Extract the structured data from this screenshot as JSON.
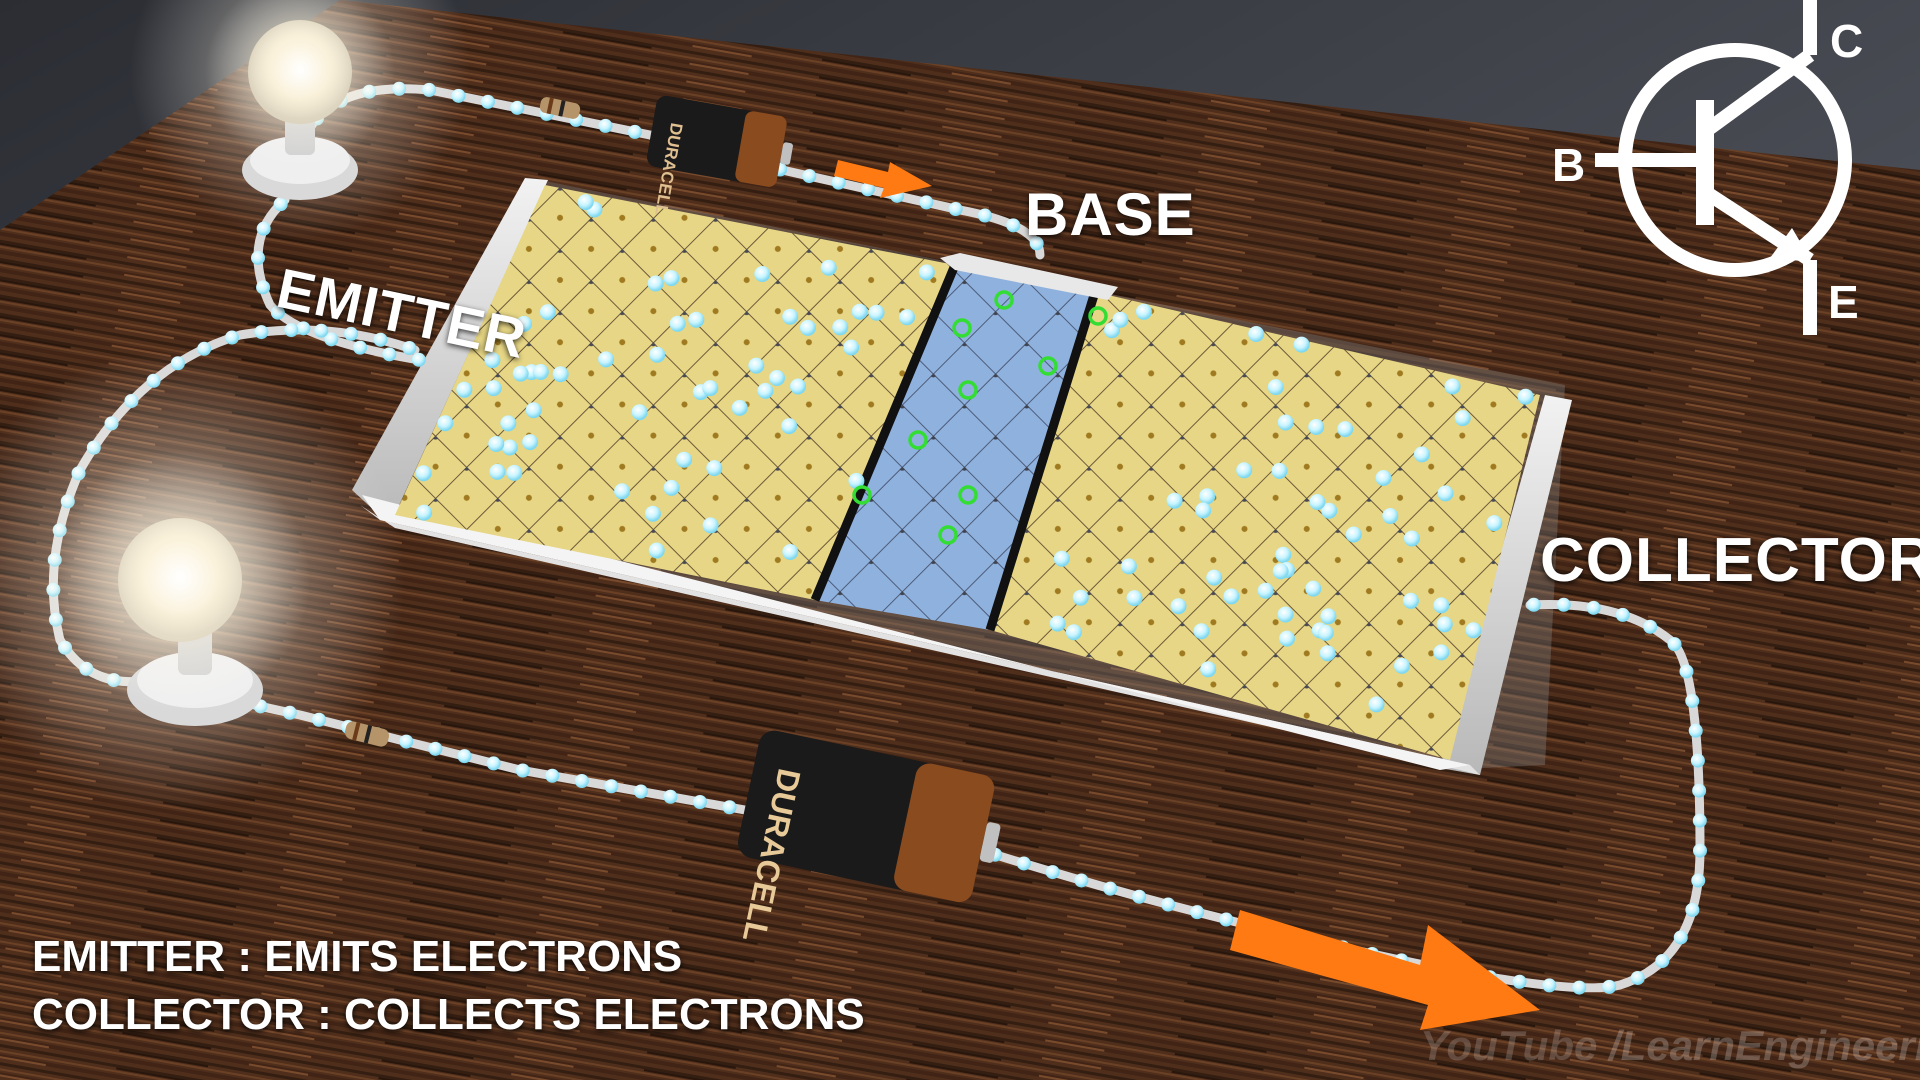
{
  "labels": {
    "emitter": "EMITTER",
    "base": "BASE",
    "collector": "COLLECTOR"
  },
  "symbol": {
    "collector_letter": "C",
    "base_letter": "B",
    "emitter_letter": "E"
  },
  "captions": {
    "line1": "EMITTER : EMITS ELECTRONS",
    "line2": "COLLECTOR : COLLECTS ELECTRONS"
  },
  "batteries": {
    "brand": "DURACELL"
  },
  "watermark": {
    "platform": "YouTube",
    "channel": "/LearnEngineering"
  },
  "colors": {
    "wood_dark": "#3b2314",
    "wood_light": "#7a4a2c",
    "n_region": "#e8d98a",
    "p_region": "#8fb3e0",
    "wire": "#d8d8d8",
    "electron": "#c8f4ff",
    "hole": "#33dd33",
    "arrow": "#ff7a12",
    "battery_body": "#1a1a1a",
    "battery_cap": "#8a4b1f"
  }
}
